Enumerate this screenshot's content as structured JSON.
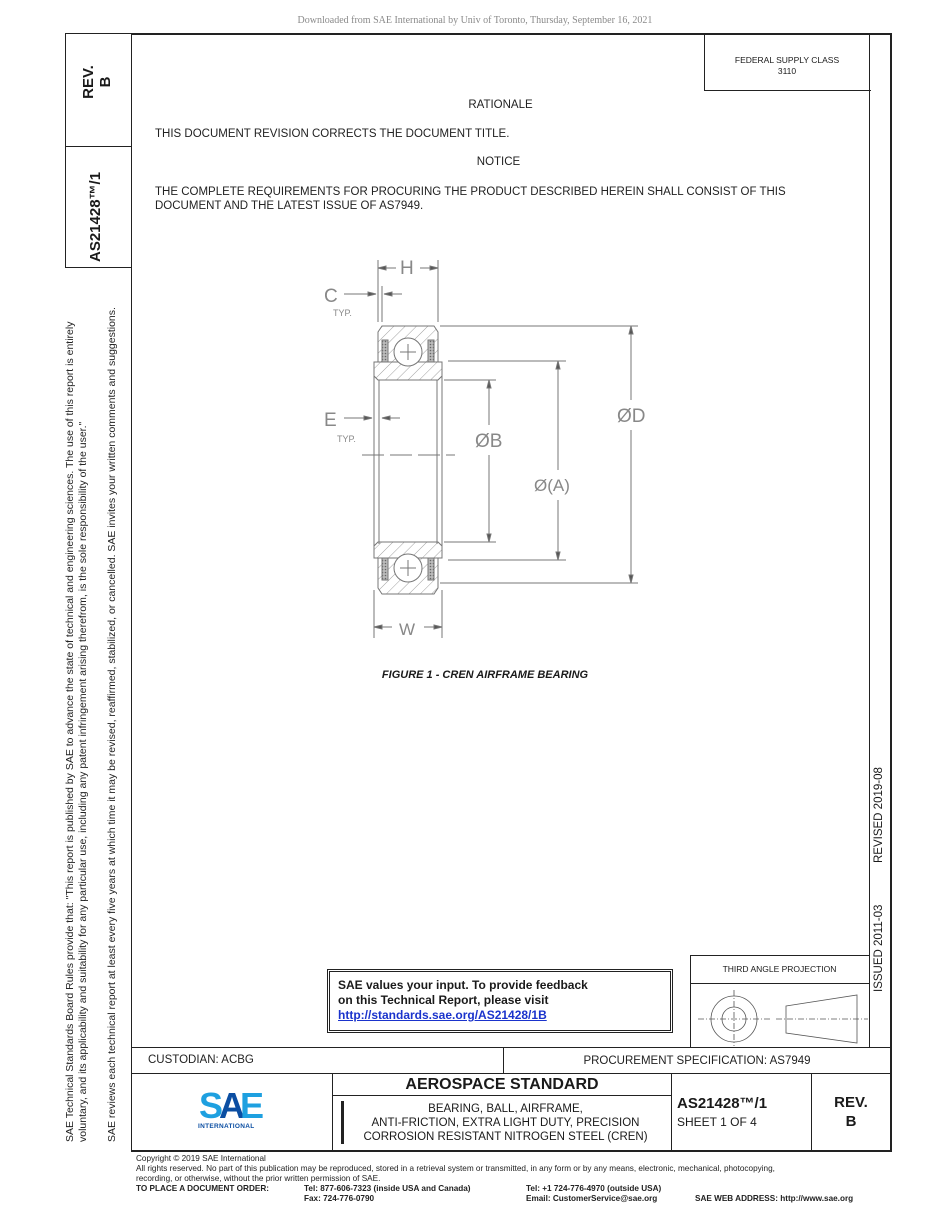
{
  "header": {
    "download_note": "Downloaded from SAE International by Univ of Toronto, Thursday, September 16, 2021"
  },
  "left_margin": {
    "rev_label": "REV.",
    "rev_value": "B",
    "doc_number": "AS21428™/1",
    "disclaimer_line1": "SAE Technical Standards Board Rules provide that: \"This report is published by SAE to advance the state of technical and engineering sciences. The use of this report is entirely",
    "disclaimer_line2": "voluntary, and its applicability and suitability for any particular use, including any patent infringement arising therefrom, is the sole responsibility of the user.\"",
    "disclaimer_line3": "SAE reviews each technical report at least every five years at which time it may be revised, reaffirmed, stabilized, or cancelled. SAE invites your written comments and suggestions."
  },
  "federal_supply": {
    "label": "FEDERAL SUPPLY CLASS",
    "value": "3110"
  },
  "body": {
    "rationale_heading": "RATIONALE",
    "rationale_text": "THIS DOCUMENT REVISION CORRECTS THE DOCUMENT TITLE.",
    "notice_heading": "NOTICE",
    "notice_line1": "THE COMPLETE REQUIREMENTS FOR PROCURING THE PRODUCT DESCRIBED HEREIN SHALL CONSIST OF THIS",
    "notice_line2": "DOCUMENT AND THE LATEST ISSUE OF AS7949."
  },
  "figure": {
    "labels": {
      "h": "H",
      "c": "C",
      "c_typ": "TYP.",
      "e": "E",
      "e_typ": "TYP.",
      "b": "ØB",
      "a": "Ø(A)",
      "d": "ØD",
      "w": "W"
    },
    "caption": "FIGURE 1 - CREN AIRFRAME BEARING"
  },
  "right_margin": {
    "revised": "REVISED 2019-08",
    "issued": "ISSUED 2011-03"
  },
  "feedback": {
    "line1": "SAE values your input. To provide feedback",
    "line2": "on this Technical Report, please visit",
    "link": "http://standards.sae.org/AS21428/1B"
  },
  "projection": {
    "label": "THIRD ANGLE PROJECTION"
  },
  "title_block": {
    "custodian": "CUSTODIAN: ACBG",
    "procurement": "PROCUREMENT SPECIFICATION: AS7949",
    "logo_text": "SAE",
    "logo_subtext": "INTERNATIONAL",
    "title": "AEROSPACE STANDARD",
    "desc_line1": "BEARING, BALL, AIRFRAME,",
    "desc_line2": "ANTI-FRICTION, EXTRA LIGHT DUTY, PRECISION",
    "desc_line3": "CORROSION RESISTANT NITROGEN STEEL (CREN)",
    "doc_number": "AS21428™/1",
    "sheet": "SHEET 1 OF 4",
    "rev_label": "REV.",
    "rev_value": "B",
    "logo_colors": {
      "light": "#1ea0e0",
      "dark": "#0b4ea2"
    }
  },
  "footer": {
    "copyright": "Copyright © 2019 SAE International",
    "rights_line1": "All rights reserved. No part of this publication may be reproduced, stored in a retrieval system or transmitted, in any form or by any means, electronic, mechanical, photocopying,",
    "rights_line2": "recording, or otherwise, without the prior written permission of SAE.",
    "order_label": "TO PLACE A DOCUMENT ORDER:",
    "tel_usa": "Tel: 877-606-7323 (inside USA and Canada)",
    "fax": "Fax: 724-776-0790",
    "tel_outside": "Tel: +1 724-776-4970 (outside USA)",
    "email": "Email: CustomerService@sae.org",
    "web": "SAE WEB ADDRESS: http://www.sae.org"
  }
}
